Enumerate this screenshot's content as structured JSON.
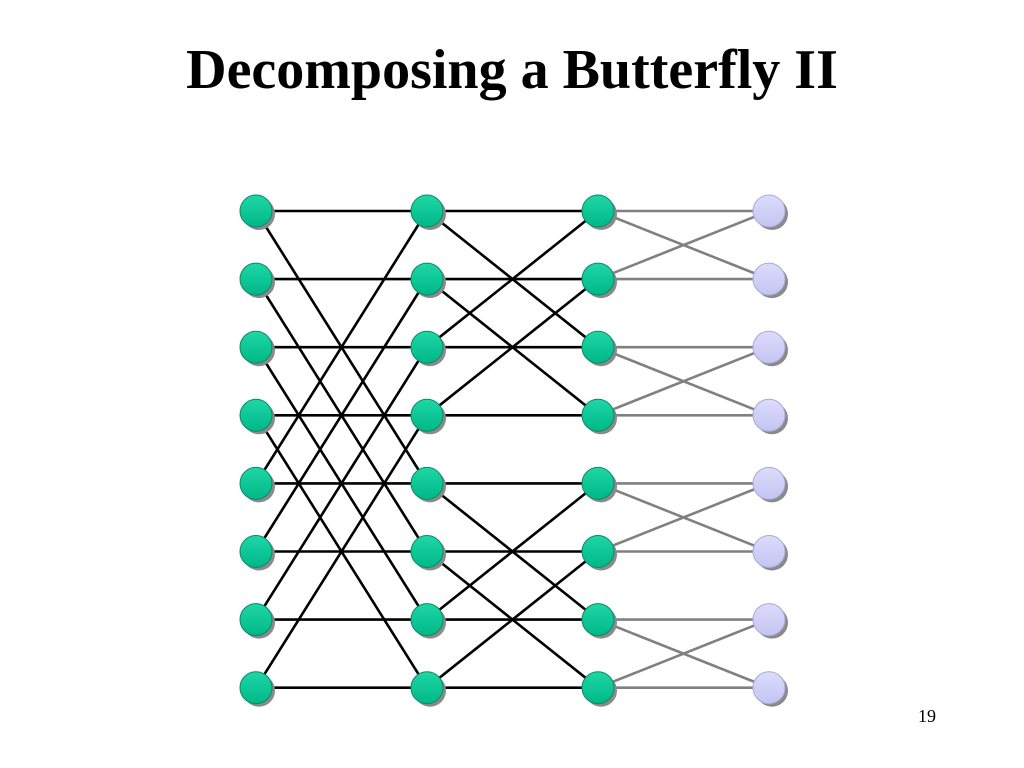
{
  "title": "Decomposing a Butterfly II",
  "page_number": "19",
  "colors": {
    "active_node": "#00c896",
    "inactive_node": "#ccccf8",
    "active_edge": "#000000",
    "inactive_edge": "#808080"
  },
  "network": {
    "stages": 4,
    "rows": 8,
    "active_stages": [
      0,
      1,
      2
    ],
    "inactive_stages": [
      3
    ],
    "stage_strides": [
      4,
      2,
      1
    ],
    "faded_transitions": [
      2
    ]
  }
}
